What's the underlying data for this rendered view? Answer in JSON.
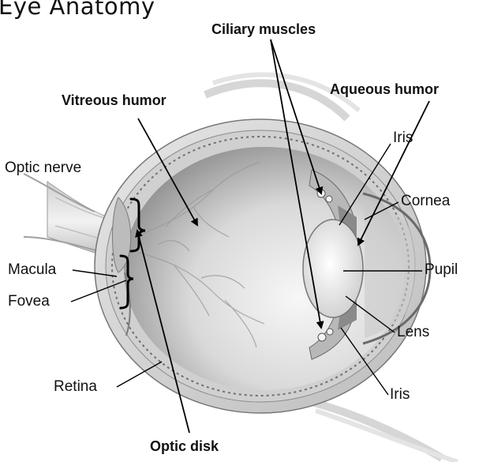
{
  "title": "Eye Anatomy",
  "labels": {
    "ciliary_muscles": "Ciliary muscles",
    "aqueous_humor": "Aqueous humor",
    "vitreous_humor": "Vitreous humor",
    "iris_top": "Iris",
    "optic_nerve": "Optic nerve",
    "cornea": "Cornea",
    "macula": "Macula",
    "pupil": "Pupil",
    "fovea": "Fovea",
    "lens": "Lens",
    "retina": "Retina",
    "iris_bottom": "Iris",
    "optic_disk": "Optic disk"
  }
}
